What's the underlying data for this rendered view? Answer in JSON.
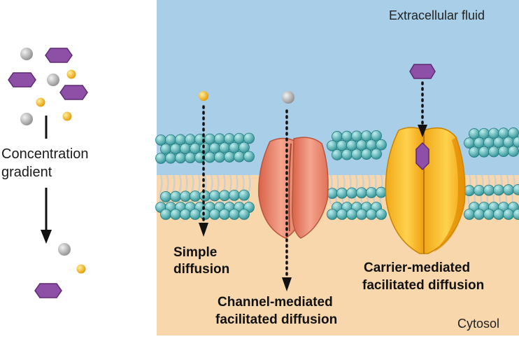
{
  "labels": {
    "extracellular": "Extracellular fluid",
    "cytosol": "Cytosol",
    "gradient_line1": "Concentration",
    "gradient_line2": "gradient",
    "simple_line1": "Simple",
    "simple_line2": "diffusion",
    "channel_line1": "Channel-mediated",
    "channel_line2": "facilitated diffusion",
    "carrier_line1": "Carrier-mediated",
    "carrier_line2": "facilitated diffusion"
  },
  "colors": {
    "extracellular": "#a9cfe8",
    "cytosol": "#f7d7ab",
    "lipid_head": "#3fa8a8",
    "channel_protein": "#e9816a",
    "carrier_protein": "#f5b52a",
    "glucose_molecule": "#8e4fa6",
    "small_molecule_yellow": "#f2b619",
    "small_molecule_gray": "#a8a8a8"
  }
}
